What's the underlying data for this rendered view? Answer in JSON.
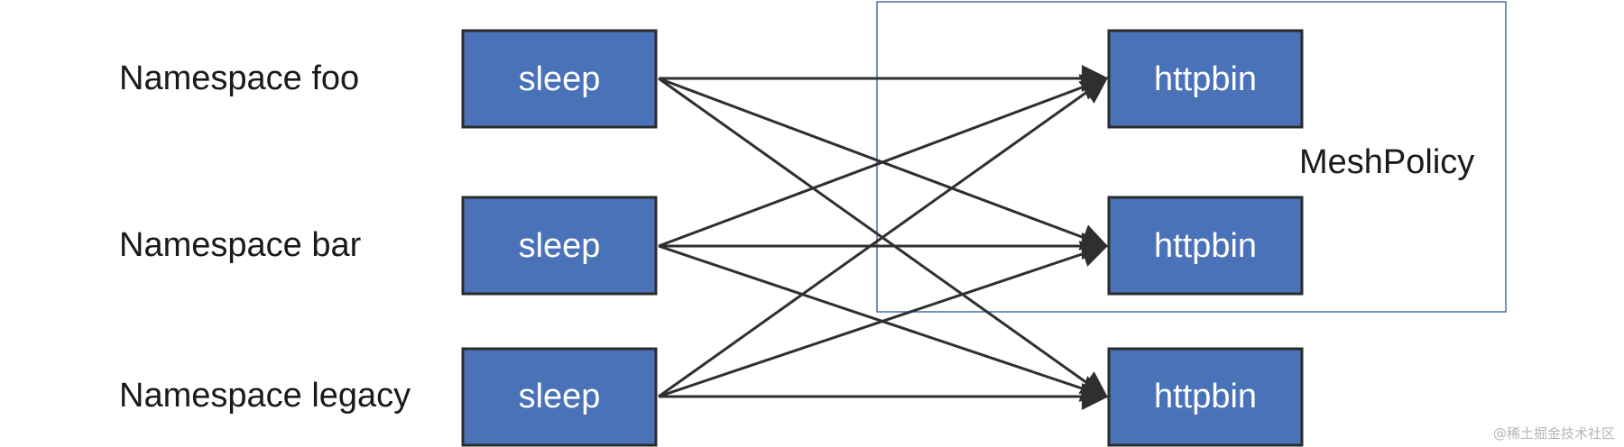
{
  "namespaces": [
    {
      "label": "Namespace foo",
      "client": "sleep",
      "server": "httpbin"
    },
    {
      "label": "Namespace bar",
      "client": "sleep",
      "server": "httpbin"
    },
    {
      "label": "Namespace legacy",
      "client": "sleep",
      "server": "httpbin"
    }
  ],
  "policy": {
    "label": "MeshPolicy",
    "covers_namespaces": [
      "Namespace foo",
      "Namespace bar"
    ]
  },
  "connections": [
    {
      "from": 0,
      "to": 0
    },
    {
      "from": 0,
      "to": 1
    },
    {
      "from": 0,
      "to": 2
    },
    {
      "from": 1,
      "to": 0
    },
    {
      "from": 1,
      "to": 1
    },
    {
      "from": 1,
      "to": 2
    },
    {
      "from": 2,
      "to": 0
    },
    {
      "from": 2,
      "to": 1
    },
    {
      "from": 2,
      "to": 2
    }
  ],
  "colors": {
    "node_fill": "#4a72b8",
    "node_text": "#ffffff",
    "policy_border": "#4a6aa8",
    "edge": "#2f2f2f"
  },
  "watermark": "@稀土掘金技术社区"
}
